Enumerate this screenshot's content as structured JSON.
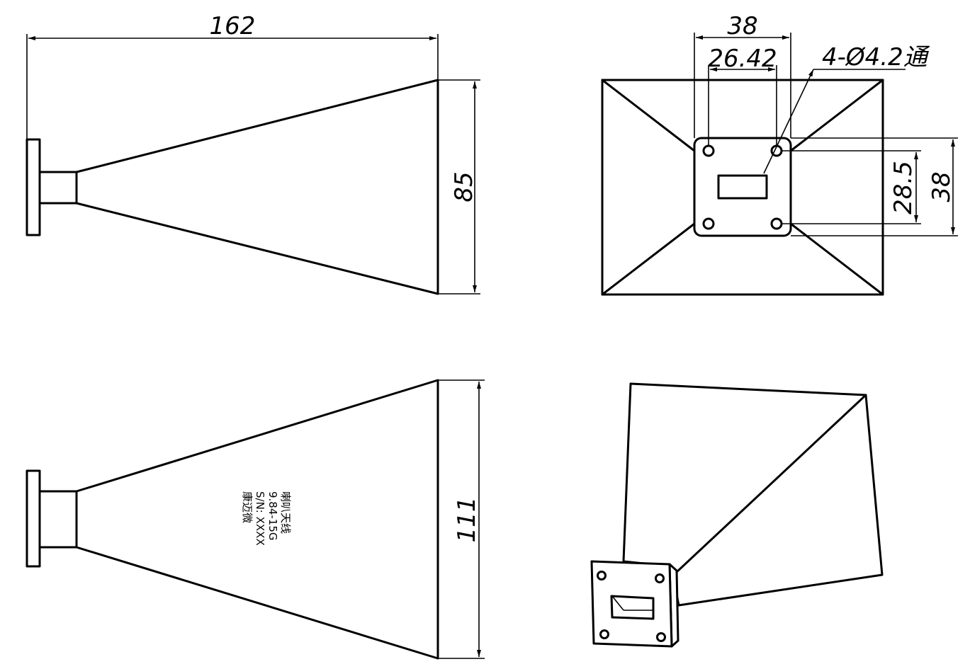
{
  "dimensions": {
    "length": "162",
    "aperture_h": "85",
    "aperture_w": "111",
    "flange_w": "38",
    "flange_h": "38",
    "hole_spacing_x": "26.42",
    "hole_spacing_y": "28.5",
    "holes": "4-Ø4.2通"
  },
  "marking": {
    "line1": "喇叭天线",
    "line2": "9.84-15G",
    "line3": "S/N: XXXX",
    "line4": "康迈微"
  }
}
